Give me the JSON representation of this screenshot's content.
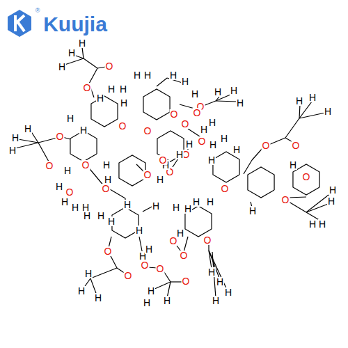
{
  "diagram": {
    "labels": [
      "®",
      "Kuujia",
      "H",
      "H",
      "H",
      "O",
      "O",
      "H",
      "H",
      "H",
      "H",
      "O",
      "H",
      "H",
      "H",
      "H",
      "H",
      "O",
      "O",
      "H",
      "O",
      "H",
      "H",
      "H",
      "H",
      "H",
      "O",
      "O",
      "O",
      "H",
      "H",
      "H",
      "O",
      "H",
      "O",
      "H",
      "H",
      "O",
      "H",
      "O",
      "O",
      "H",
      "H",
      "O",
      "H",
      "O",
      "O",
      "H",
      "H",
      "H",
      "H",
      "O",
      "O",
      "H",
      "H",
      "H",
      "H",
      "H",
      "O",
      "H",
      "H",
      "H",
      "H",
      "H",
      "H",
      "H",
      "H",
      "H",
      "O",
      "O",
      "H",
      "H",
      "H",
      "H",
      "H",
      "O",
      "O",
      "H",
      "H",
      "H",
      "O",
      "O",
      "H",
      "O",
      "O",
      "O",
      "O",
      "H",
      "H",
      "H",
      "H",
      "H",
      "H",
      "H",
      "H",
      "H",
      "H",
      "H",
      "O",
      "H",
      "H",
      "H"
    ]
  }
}
